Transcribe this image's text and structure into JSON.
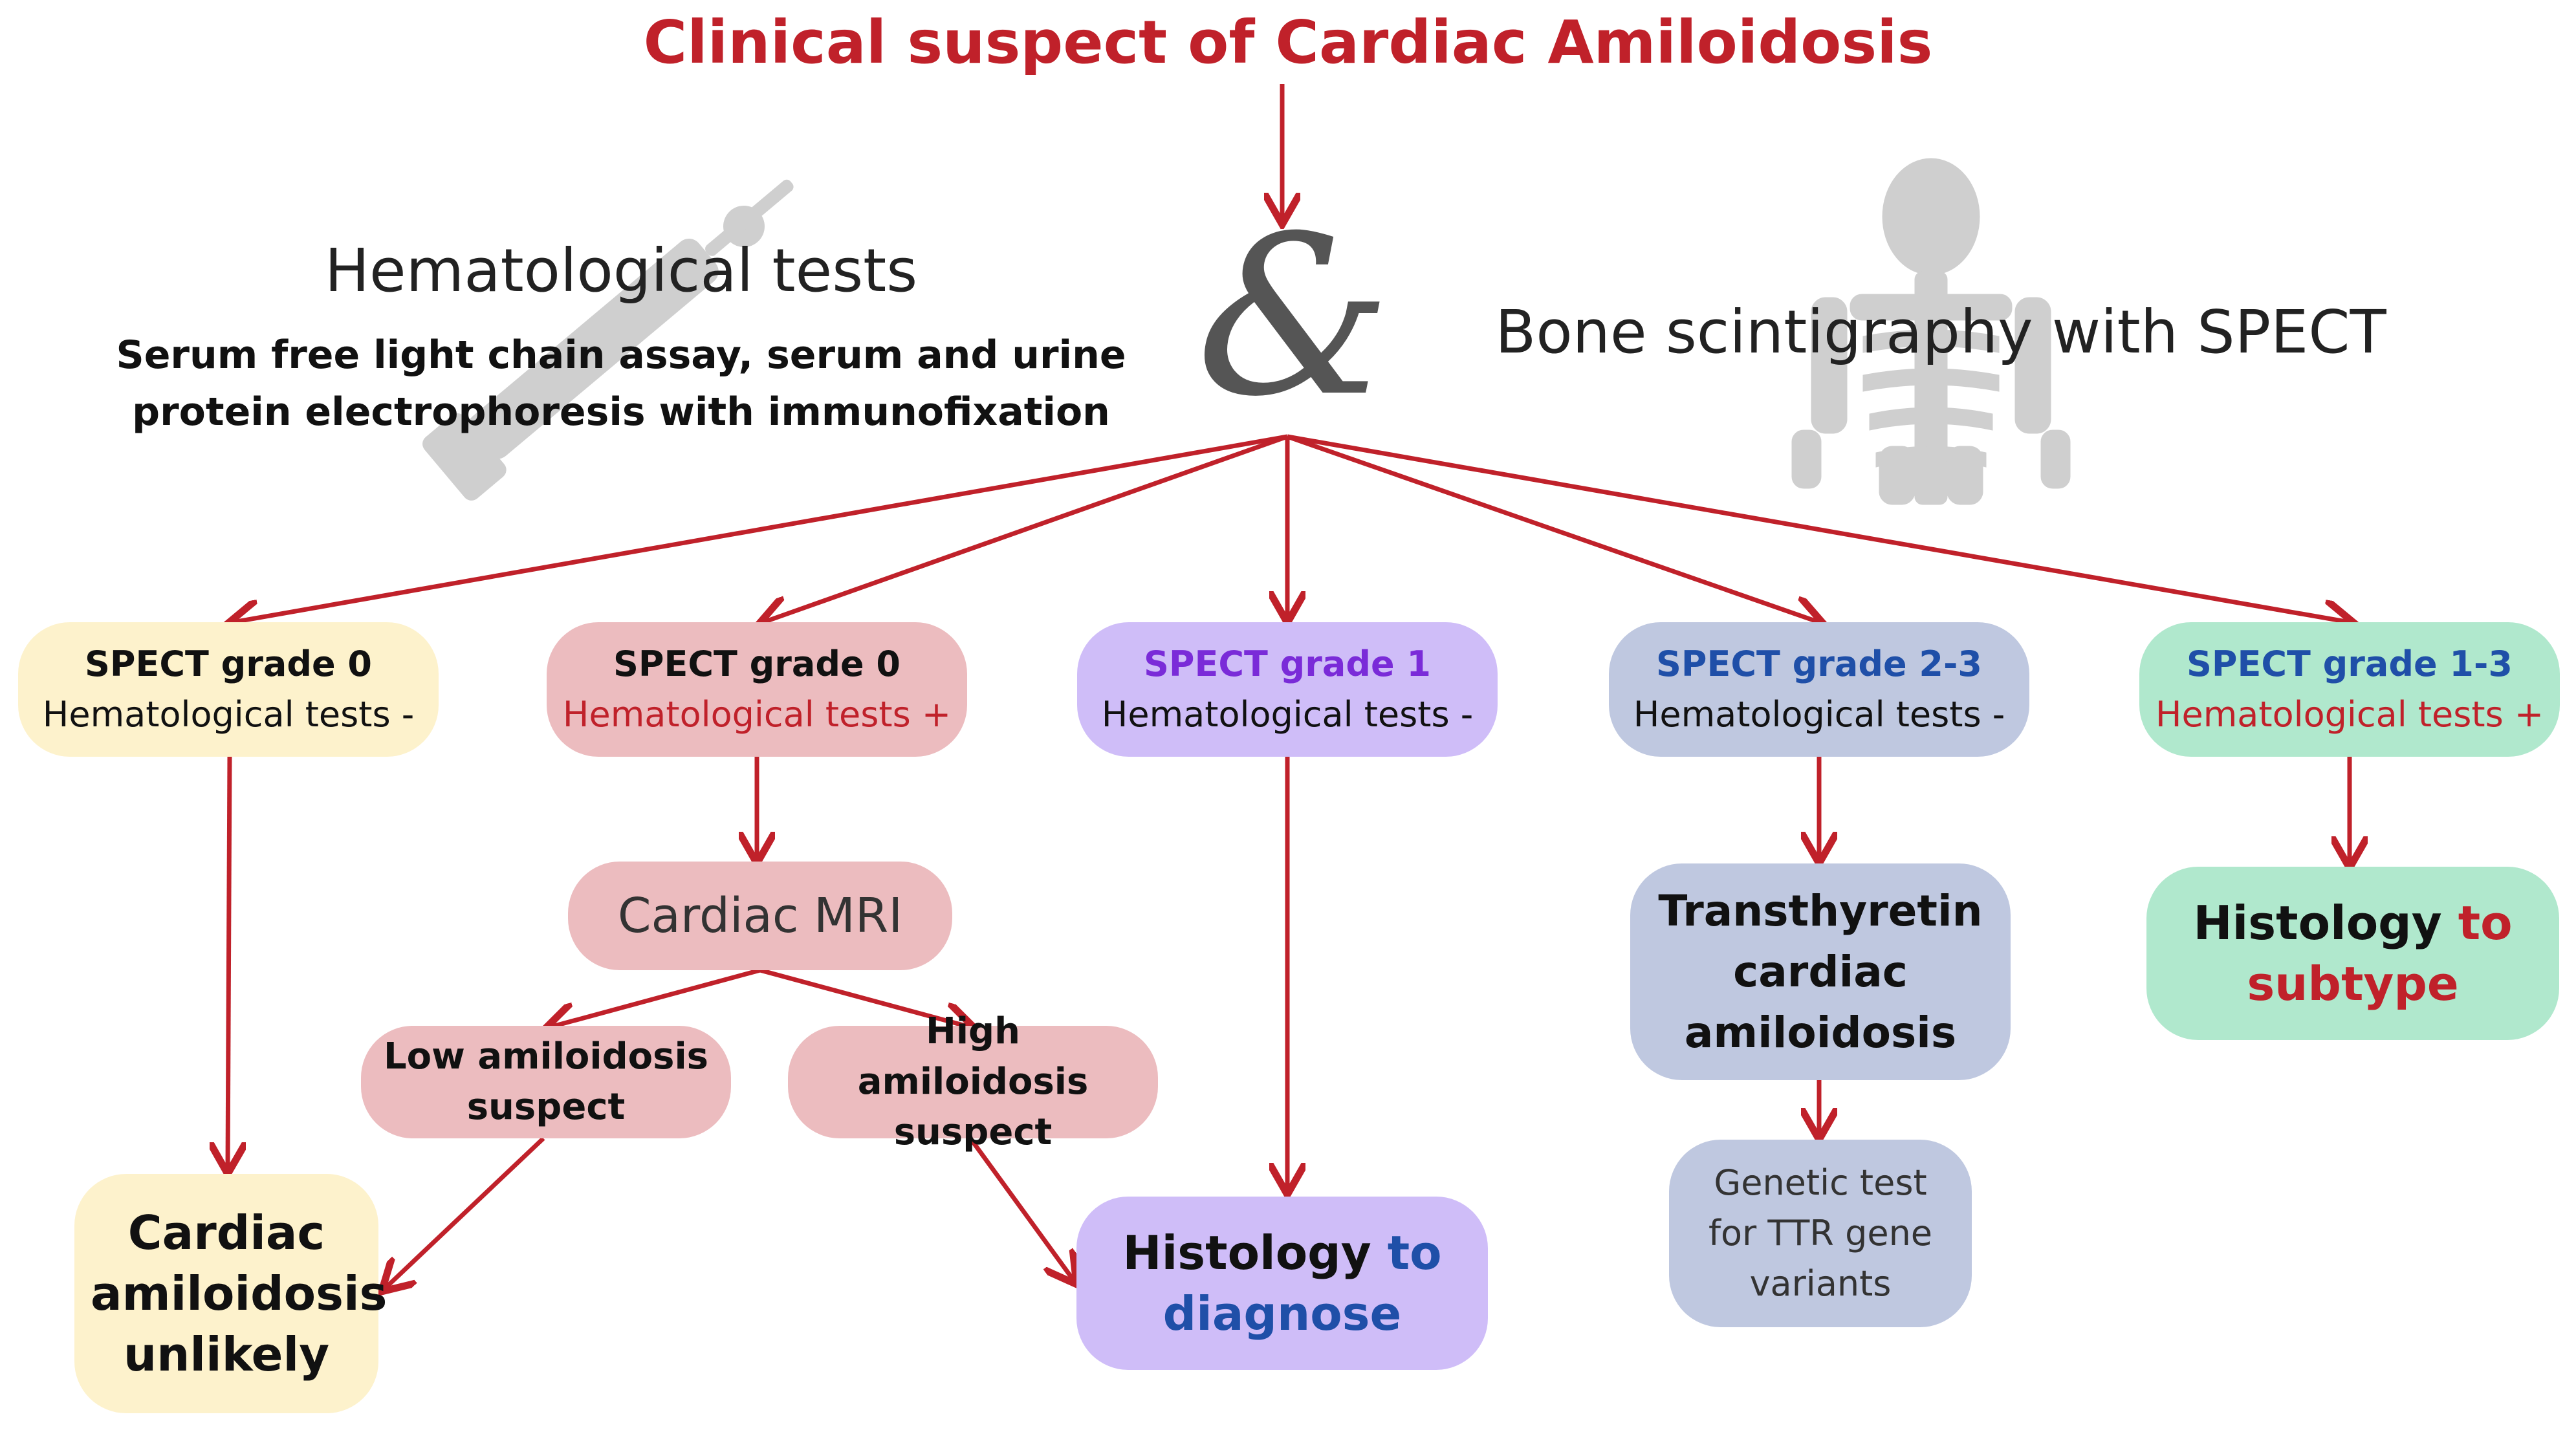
{
  "title": "Clinical suspect of Cardiac Amiloidosis",
  "hematology": {
    "title": "Hematological tests",
    "description": "Serum free light chain assay, serum and urine protein electrophoresis with immunofixation"
  },
  "ampersand": "&",
  "bone_scintigraphy": {
    "title": "Bone scintigraphy with SPECT"
  },
  "grades": [
    {
      "spect": "SPECT grade 0",
      "heme": "Hematological tests -",
      "bg": "#fdf2cc",
      "spect_color": "#111111",
      "heme_color": "#111111"
    },
    {
      "spect": "SPECT grade 0",
      "heme": "Hematological tests +",
      "bg": "#ecbcbf",
      "spect_color": "#111111",
      "heme_color": "#c0212a"
    },
    {
      "spect": "SPECT grade 1",
      "heme": "Hematological tests -",
      "bg": "#cfbdf8",
      "spect_color": "#7a2bd8",
      "heme_color": "#111111"
    },
    {
      "spect": "SPECT grade 2-3",
      "heme": "Hematological tests -",
      "bg": "#bfc8e0",
      "spect_color": "#1f4fa8",
      "heme_color": "#111111"
    },
    {
      "spect": "SPECT grade 1-3",
      "heme": "Hematological tests +",
      "bg": "#b0e8cd",
      "spect_color": "#1f4fa8",
      "heme_color": "#c0212a"
    }
  ],
  "cardiac_mri": "Cardiac MRI",
  "low_suspect": "Low amiloidosis suspect",
  "high_suspect": "High amiloidosis suspect",
  "unlikely": "Cardiac amiloidosis unlikely",
  "histology_diagnose": {
    "word": "Histology",
    "rest": "to diagnose"
  },
  "ttr": "Transthyretin cardiac amiloidosis",
  "genetic": "Genetic test for TTR gene variants",
  "histology_subtype": {
    "word": "Histology",
    "rest": "to subtype"
  },
  "colors": {
    "arrow": "#c0212a",
    "blue_accent": "#1f4fa8",
    "red_accent": "#c0212a",
    "icon_gray": "#cfcfcf"
  },
  "icons": [
    "syringe-icon",
    "skeleton-icon"
  ]
}
